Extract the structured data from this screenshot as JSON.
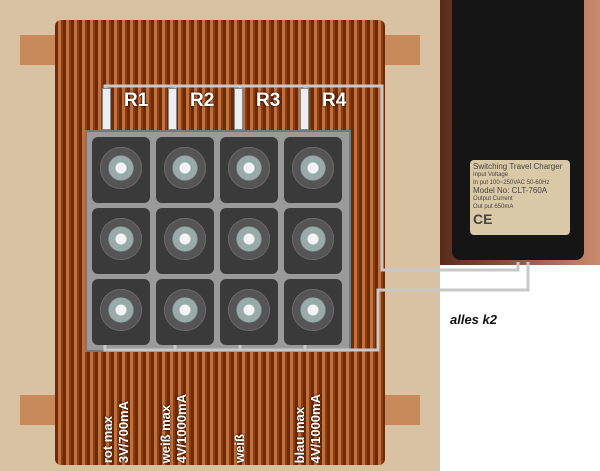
{
  "resistors": [
    "R1",
    "R2",
    "R3",
    "R4"
  ],
  "leds": {
    "rows": 3,
    "cols": 4
  },
  "charger": {
    "title": "Switching Travel Charger",
    "line1": "Input Voltage",
    "line2": "In put 100~250VAC 50-60Hz",
    "model": "Model No: CLT-760A",
    "line4": "Output Current",
    "line5": "Out put 650mA",
    "ce": "CE"
  },
  "annotation": "alles k2",
  "led_labels": [
    {
      "line1": "rot max",
      "line2": "3V/700mA"
    },
    {
      "line1": "weiß max",
      "line2": "4V/1000mA"
    },
    {
      "line1": "weiß",
      "line2": ""
    },
    {
      "line1": "blau max",
      "line2": "4V/1000mA"
    }
  ],
  "colors": {
    "wire": "#c8c8c8",
    "text": "#ffffff"
  }
}
